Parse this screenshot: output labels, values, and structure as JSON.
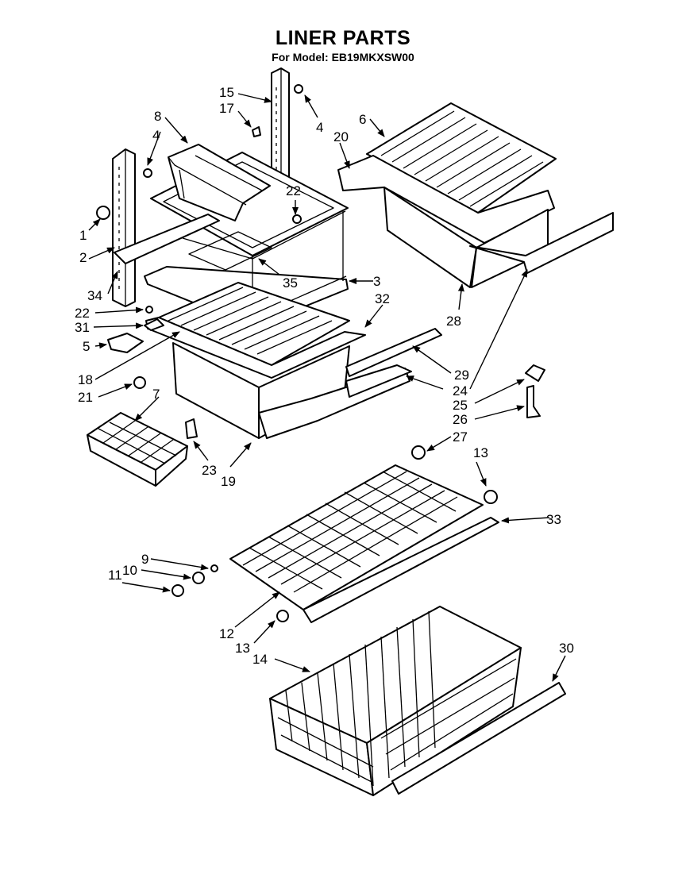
{
  "header": {
    "title": "LINER PARTS",
    "subtitle": "For Model: EB19MKXSW00"
  },
  "callouts": {
    "c1": "1",
    "c2": "2",
    "c3": "3",
    "c4a": "4",
    "c4b": "4",
    "c5": "5",
    "c6": "6",
    "c7": "7",
    "c8": "8",
    "c9": "9",
    "c10": "10",
    "c11": "11",
    "c12": "12",
    "c13a": "13",
    "c13b": "13",
    "c14": "14",
    "c15": "15",
    "c17": "17",
    "c18": "18",
    "c19": "19",
    "c20": "20",
    "c21": "21",
    "c22a": "22",
    "c22b": "22",
    "c23": "23",
    "c24": "24",
    "c25": "25",
    "c26": "26",
    "c27": "27",
    "c28": "28",
    "c29": "29",
    "c30": "30",
    "c31": "31",
    "c32": "32",
    "c33": "33",
    "c34": "34",
    "c35": "35"
  }
}
